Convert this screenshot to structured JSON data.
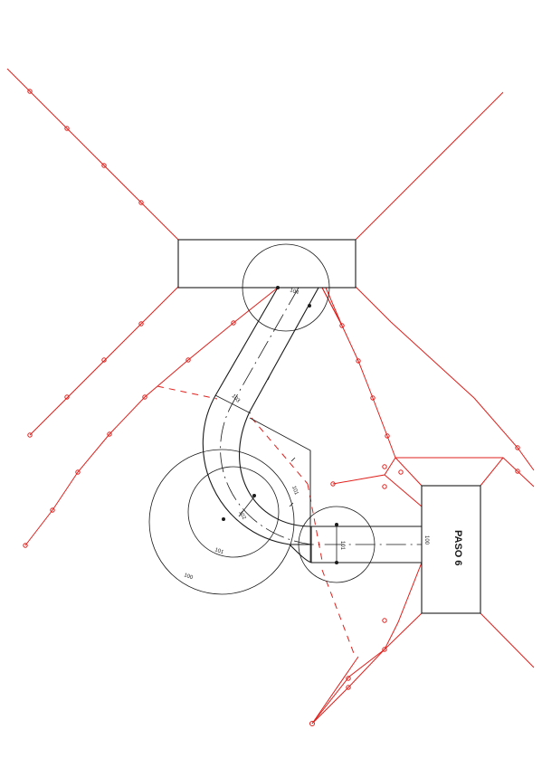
{
  "colors": {
    "road": "#1a1a1a",
    "slope": "#e0201c",
    "background": "#ffffff"
  },
  "platform_label": "PASO 6",
  "station_labels": {
    "s104": "104",
    "s103": "103",
    "s102": "102",
    "s101a": "101",
    "s101b": "101",
    "s100": "100",
    "s101c": "101",
    "s100b": "100"
  }
}
